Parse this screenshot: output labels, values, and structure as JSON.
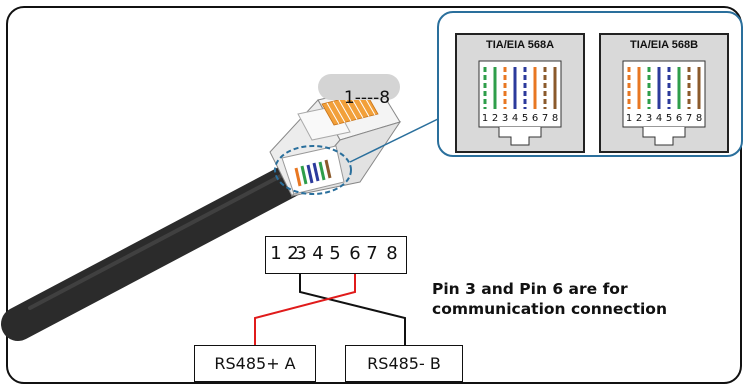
{
  "callout": {
    "standards": [
      {
        "name": "TIA/EIA 568A",
        "pin_numbers": [
          "1",
          "2",
          "3",
          "4",
          "5",
          "6",
          "7",
          "8"
        ],
        "wires": [
          {
            "color": "#2e9e4a",
            "striped": true
          },
          {
            "color": "#2e9e4a",
            "striped": false
          },
          {
            "color": "#e87722",
            "striped": true
          },
          {
            "color": "#2b3a9c",
            "striped": false
          },
          {
            "color": "#2b3a9c",
            "striped": true
          },
          {
            "color": "#e87722",
            "striped": false
          },
          {
            "color": "#8b5a2b",
            "striped": true
          },
          {
            "color": "#8b5a2b",
            "striped": false
          }
        ]
      },
      {
        "name": "TIA/EIA 568B",
        "pin_numbers": [
          "1",
          "2",
          "3",
          "4",
          "5",
          "6",
          "7",
          "8"
        ],
        "wires": [
          {
            "color": "#e87722",
            "striped": true
          },
          {
            "color": "#e87722",
            "striped": false
          },
          {
            "color": "#2e9e4a",
            "striped": true
          },
          {
            "color": "#2b3a9c",
            "striped": false
          },
          {
            "color": "#2b3a9c",
            "striped": true
          },
          {
            "color": "#2e9e4a",
            "striped": false
          },
          {
            "color": "#8b5a2b",
            "striped": true
          },
          {
            "color": "#8b5a2b",
            "striped": false
          }
        ]
      }
    ]
  },
  "connector": {
    "pin_range_label": "1----8"
  },
  "pinout": {
    "digits": [
      "1",
      "2",
      "3",
      "4",
      "5",
      "6",
      "7",
      "8"
    ]
  },
  "terminals": {
    "a_label": "RS485+ A",
    "b_label": "RS485- B"
  },
  "note": {
    "line1": "Pin 3 and Pin 6 are for",
    "line2": "communication connection"
  },
  "colors": {
    "signal_a": "#e01b1b",
    "signal_b": "#111111",
    "callout_border": "#2a6f9c",
    "cable": "#2b2b2b"
  }
}
